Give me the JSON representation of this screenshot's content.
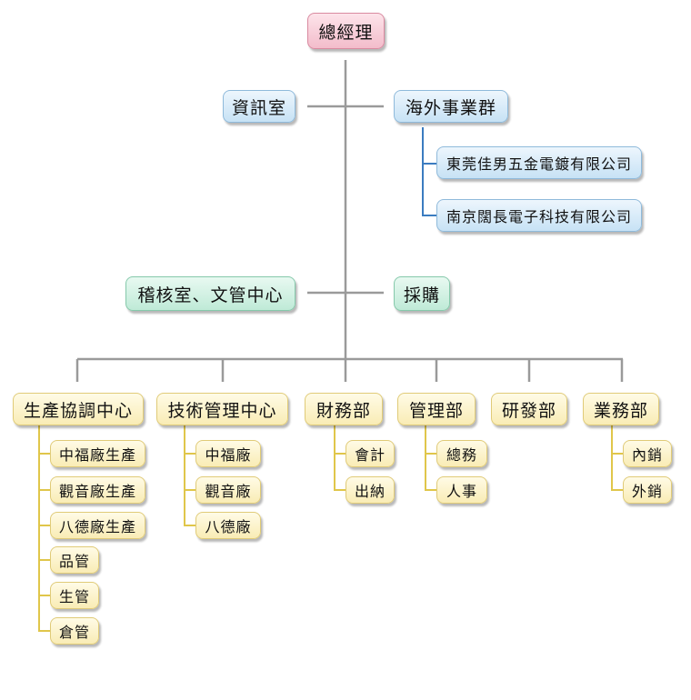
{
  "ceo": "總經理",
  "upper_left_1": "資訊室",
  "upper_right_1": "海外事業群",
  "overseas_subsidiaries": [
    "東莞佳男五金電鍍有限公司",
    "南京闊長電子科技有限公司"
  ],
  "upper_left_2": "稽核室、文管中心",
  "upper_right_2": "採購",
  "departments": [
    {
      "name": "生產協調中心",
      "children": [
        "中福廠生產",
        "觀音廠生產",
        "八德廠生產",
        "品管",
        "生管",
        "倉管"
      ]
    },
    {
      "name": "技術管理中心",
      "children": [
        "中福廠",
        "觀音廠",
        "八德廠"
      ]
    },
    {
      "name": "財務部",
      "children": [
        "會計",
        "出納"
      ]
    },
    {
      "name": "管理部",
      "children": [
        "總務",
        "人事"
      ]
    },
    {
      "name": "研發部",
      "children": []
    },
    {
      "name": "業務部",
      "children": [
        "內銷",
        "外銷"
      ]
    }
  ],
  "colors": {
    "ceo": "#f3bccb",
    "staff_blue": "#c7e2f5",
    "staff_green": "#bfead7",
    "dept_yellow": "#f9ecb5",
    "line_gray": "#9a9a9a",
    "overseas_line_blue": "#3b7cc0"
  }
}
